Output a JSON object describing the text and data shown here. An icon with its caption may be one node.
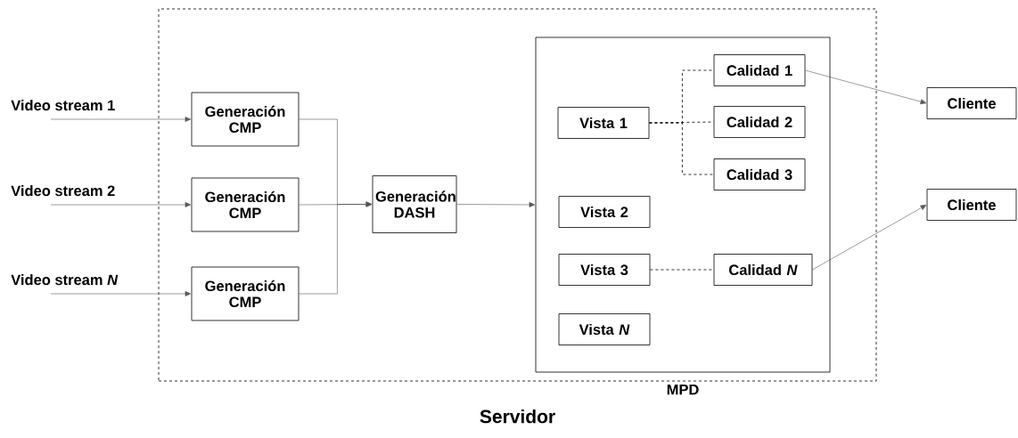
{
  "diagram": {
    "nodes": [
      {
        "text": [
          "Servidor"
        ]
      },
      {
        "text": [
          "Video stream 1"
        ]
      },
      {
        "text": [
          "Video stream 2"
        ]
      },
      {
        "text": [
          "Video stream *N*"
        ]
      },
      {
        "text": [
          "Generación CMP"
        ],
        "in": 0
      },
      {
        "text": [
          "Generación CMP"
        ],
        "in": 0
      },
      {
        "text": [
          "Generación CMP"
        ],
        "in": 0
      },
      {
        "text": [
          "Generación DASH"
        ],
        "in": 0
      },
      {
        "text": [
          "MPD"
        ],
        "in": 0
      },
      {
        "text": [
          "Vista 1"
        ],
        "in": 8
      },
      {
        "text": [
          "Calidad 1"
        ],
        "in": 8
      },
      {
        "text": [
          "Calidad 2"
        ],
        "in": 8
      },
      {
        "text": [
          "Calidad 3"
        ],
        "in": 8
      },
      {
        "text": [
          "Vista 2"
        ],
        "in": 8
      },
      {
        "text": [
          "Vista 3"
        ],
        "in": 8
      },
      {
        "text": [
          "Calidad *N*"
        ],
        "in": 8
      },
      {
        "text": [
          "Vista *N*"
        ],
        "in": 8
      },
      {
        "text": [
          "Cliente"
        ]
      },
      {
        "text": [
          "Cliente"
        ]
      }
    ],
    "edges": [
      {
        "from": 1,
        "to": 4,
        "arrow": "to"
      },
      {
        "from": 2,
        "to": 5,
        "arrow": "to"
      },
      {
        "from": 3,
        "to": 6,
        "arrow": "to"
      },
      {
        "from": 4,
        "to": 7,
        "arrow": "to"
      },
      {
        "from": 5,
        "to": 7,
        "arrow": "to"
      },
      {
        "from": 6,
        "to": 7,
        "arrow": "to"
      },
      {
        "from": 7,
        "to": 8,
        "arrow": "to"
      },
      {
        "from": 9,
        "to": 10,
        "arrow": "none",
        "style": "dashed"
      },
      {
        "from": 9,
        "to": 11,
        "arrow": "none",
        "style": "dashed"
      },
      {
        "from": 9,
        "to": 12,
        "arrow": "none",
        "style": "dashed"
      },
      {
        "from": 14,
        "to": 15,
        "arrow": "none",
        "style": "dashed"
      },
      {
        "from": 10,
        "to": 17,
        "arrow": "to"
      },
      {
        "from": 15,
        "to": 18,
        "arrow": "to"
      }
    ]
  }
}
